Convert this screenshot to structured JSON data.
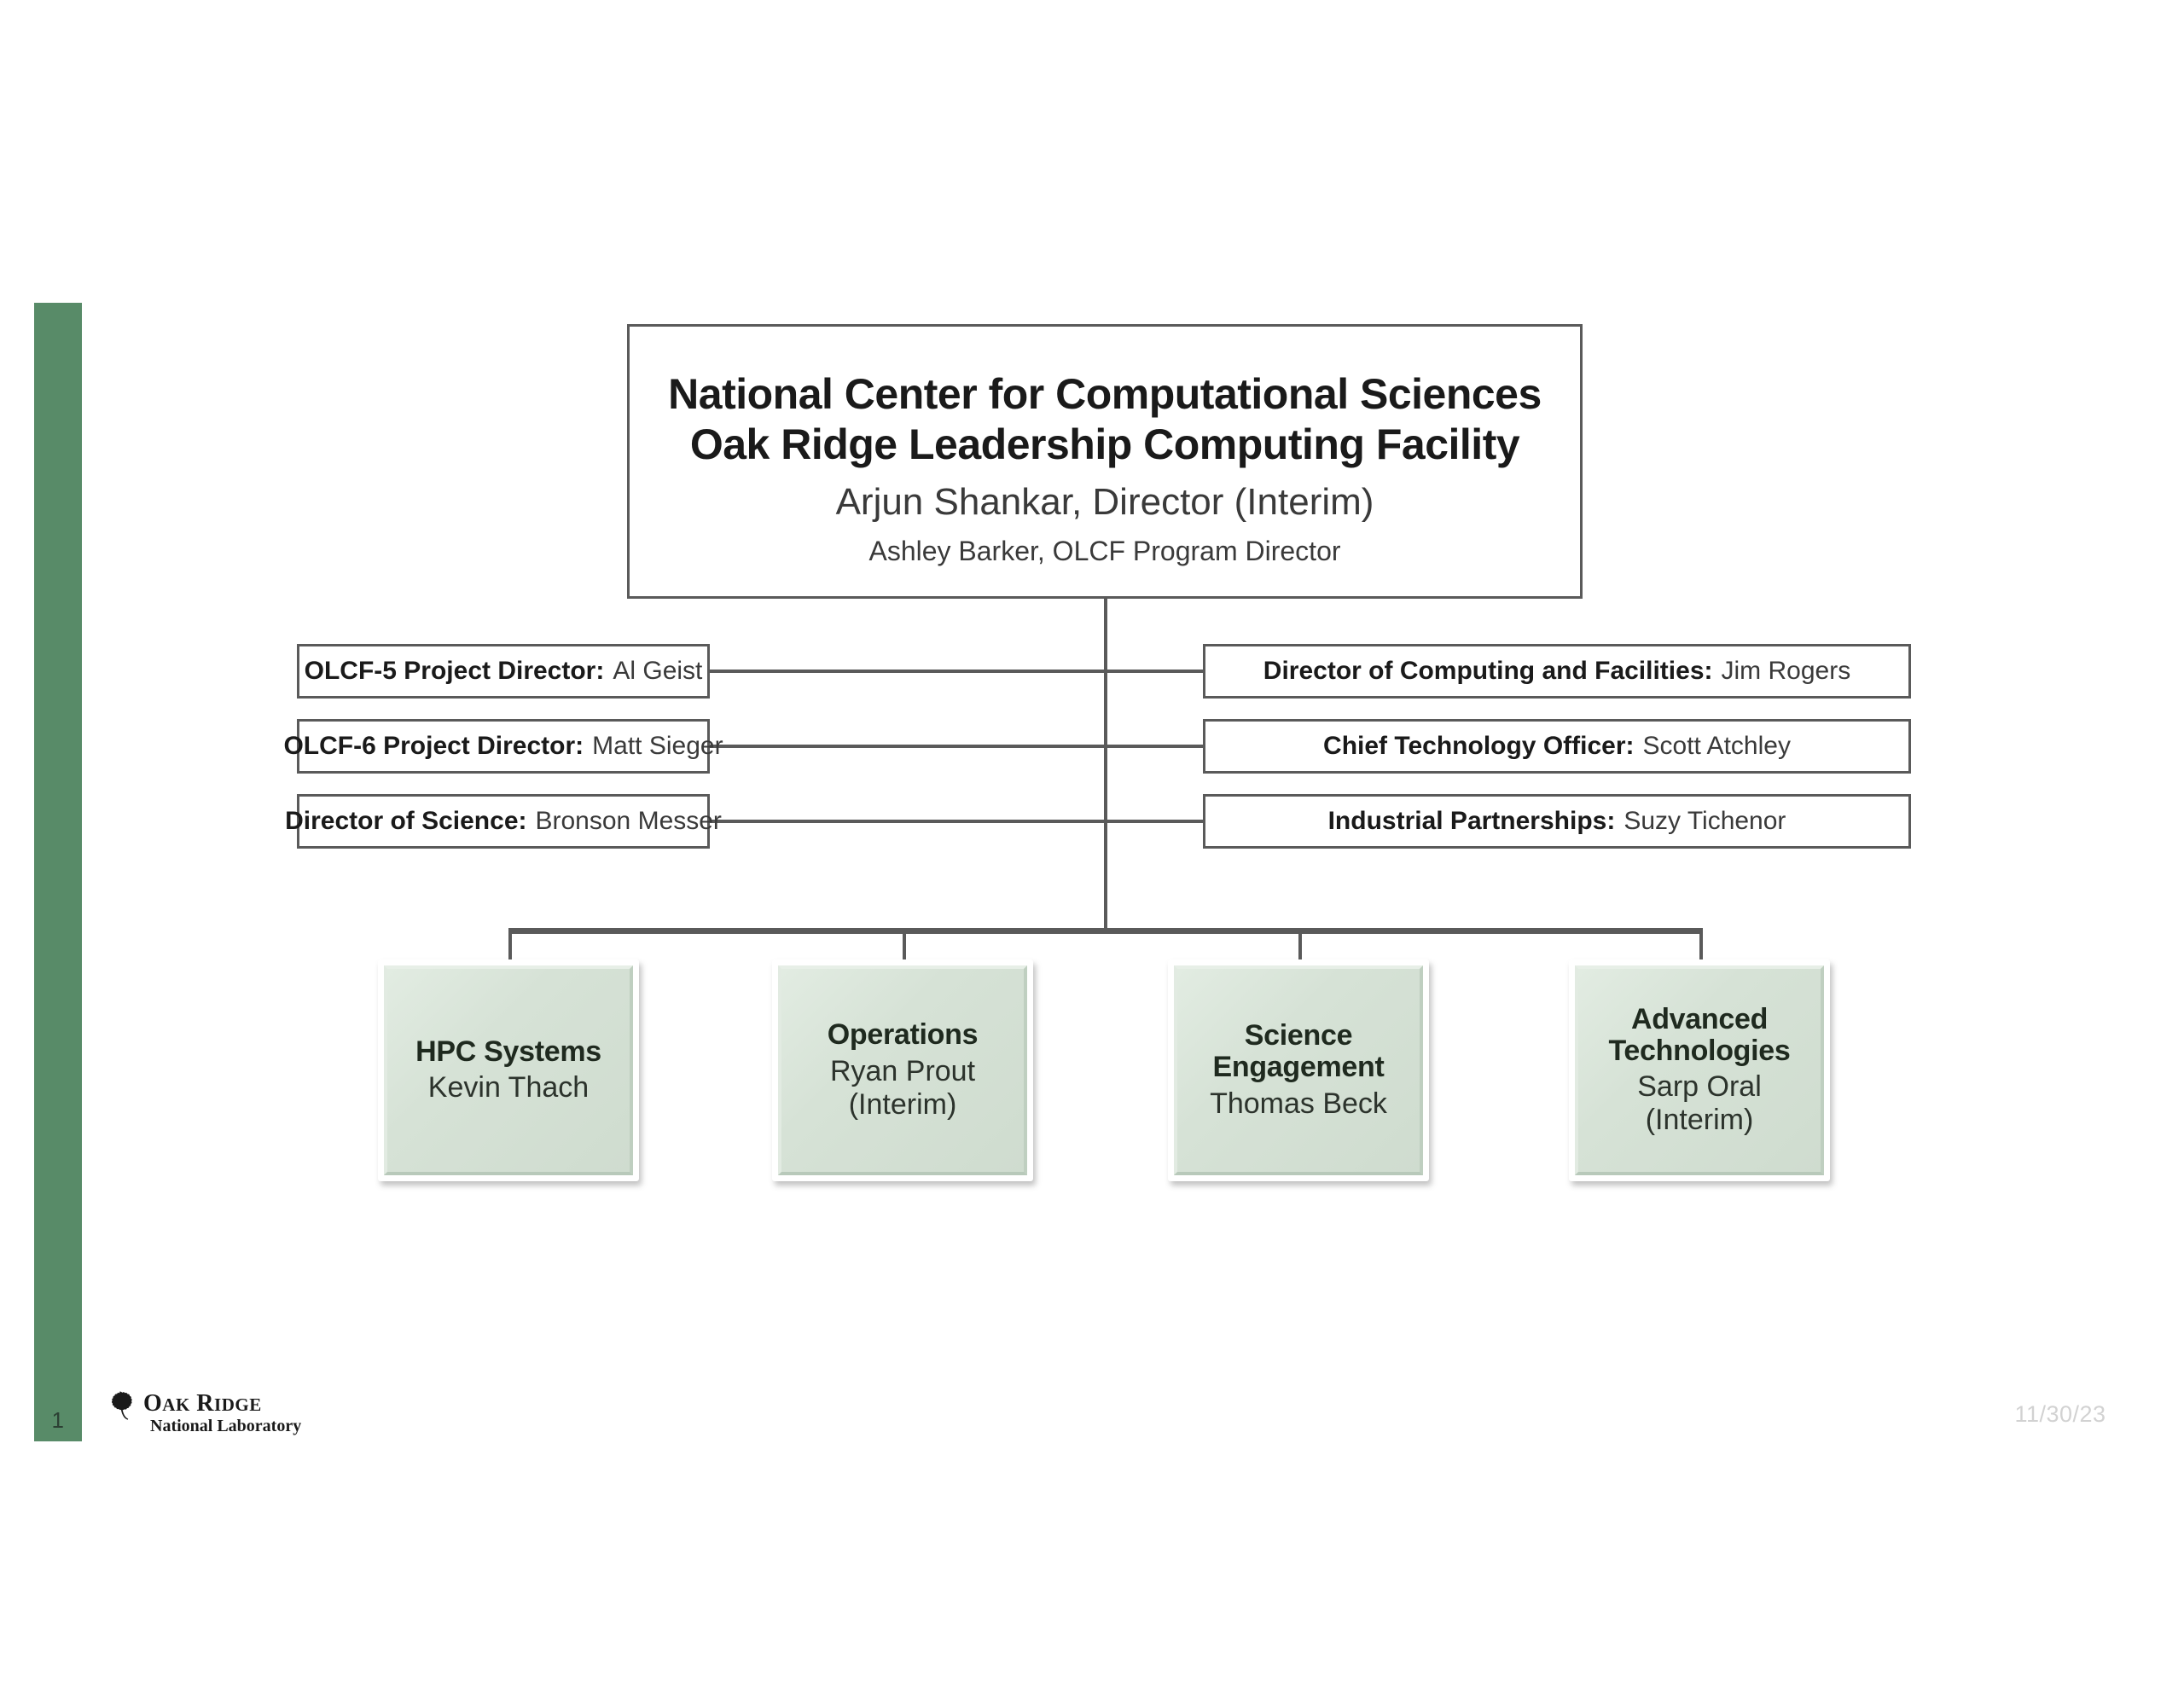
{
  "slide": {
    "number": "1",
    "date": "11/30/23",
    "accent_color": "#588b68",
    "division_fill_color": "#d6e2d6",
    "line_color": "#5a5a5a"
  },
  "header": {
    "org_line1": "National Center for Computational Sciences",
    "org_line2": "Oak Ridge Leadership Computing Facility",
    "director": "Arjun Shankar, Director (Interim)",
    "program_director": "Ashley Barker, OLCF Program Director"
  },
  "staff_left": [
    {
      "role": "OLCF-5 Project Director:",
      "person": "Al Geist"
    },
    {
      "role": "OLCF-6 Project Director:",
      "person": "Matt Sieger"
    },
    {
      "role": "Director of Science:",
      "person": "Bronson Messer"
    }
  ],
  "staff_right": [
    {
      "role": "Director of Computing and Facilities:",
      "person": "Jim Rogers"
    },
    {
      "role": "Chief Technology Officer:",
      "person": "Scott Atchley"
    },
    {
      "role": "Industrial Partnerships:",
      "person": "Suzy Tichenor"
    }
  ],
  "divisions": [
    {
      "name": "HPC Systems",
      "person": "Kevin Thach"
    },
    {
      "name": "Operations",
      "person": "Ryan Prout\n(Interim)"
    },
    {
      "name": "Science\nEngagement",
      "person": "Thomas Beck"
    },
    {
      "name": "Advanced\nTechnologies",
      "person": "Sarp Oral\n(Interim)"
    }
  ],
  "logo": {
    "icon": "oak-leaf-icon",
    "line1": "OAK RIDGE",
    "line2": "National Laboratory"
  }
}
